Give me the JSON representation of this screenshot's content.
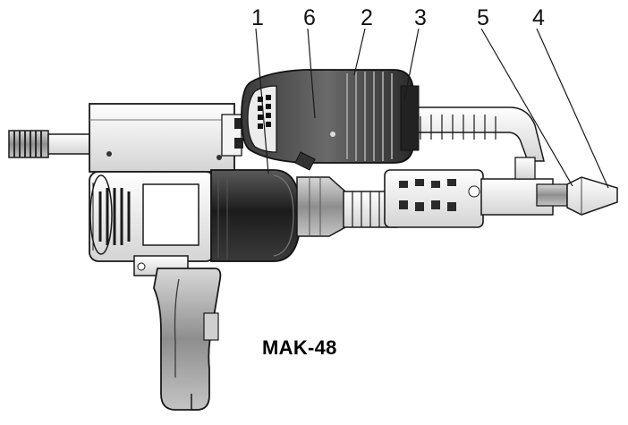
{
  "figure": {
    "model_label": "MAK-48",
    "callouts": [
      {
        "id": "1",
        "label": "1"
      },
      {
        "id": "6",
        "label": "6"
      },
      {
        "id": "2",
        "label": "2"
      },
      {
        "id": "3",
        "label": "3"
      },
      {
        "id": "5",
        "label": "5"
      },
      {
        "id": "4",
        "label": "4"
      }
    ]
  },
  "colors": {
    "outline": "#1a1a1a",
    "dark_body": "#2b2b2b",
    "mid_gray": "#8a8a8a",
    "light_gray": "#d9d9d9",
    "white": "#ffffff"
  }
}
